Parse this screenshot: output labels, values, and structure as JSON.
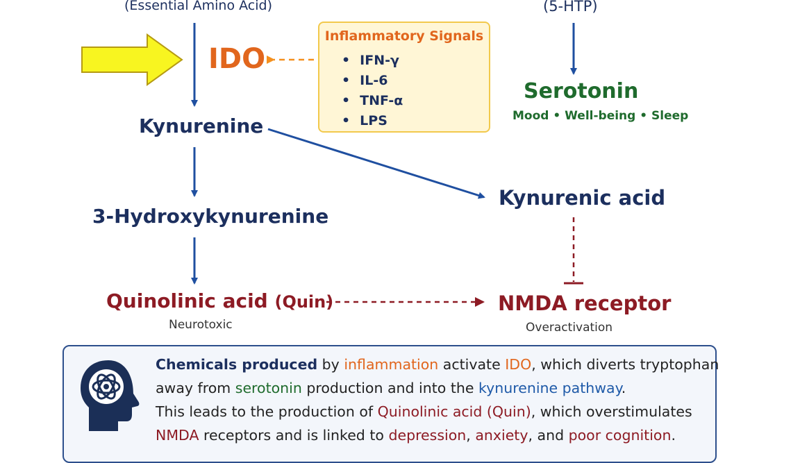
{
  "top_left_label": "(Essential Amino Acid)",
  "top_right_label": "(5-HTP)",
  "ido": "IDO",
  "signals": {
    "title": "Inflammatory Signals",
    "items": [
      "IFN-γ",
      "IL-6",
      "TNF-α",
      "LPS"
    ]
  },
  "serotonin": {
    "title": "Serotonin",
    "caption": "Mood • Well-being • Sleep"
  },
  "kynurenine": "Kynurenine",
  "hydroxy": "3-Hydroxykynurenine",
  "kynurenic": "Kynurenic acid",
  "quin": {
    "title": "Quinolinic acid",
    "abbr": "(Quin)",
    "caption": "Neurotoxic"
  },
  "nmda": {
    "title": "NMDA receptor",
    "caption": "Overactivation"
  },
  "info": {
    "line1": {
      "p1": "Chemicals produced",
      "p2": " by ",
      "p3": "inflammation",
      "p4": " activate ",
      "p5": "IDO",
      "p6": ", which diverts tryptophan"
    },
    "line2": {
      "p1": "away from ",
      "p2": "serotonin",
      "p3": " production and into the ",
      "p4": "kynurenine pathway",
      "p5": "."
    },
    "line3": {
      "p1": "This leads to the production of ",
      "p2": "Quinolinic acid (Quin)",
      "p3": ", which overstimulates"
    },
    "line4": {
      "p1": "NMDA",
      "p2": " receptors and is linked to ",
      "p3": "depression",
      "p4": ", ",
      "p5": "anxiety",
      "p6": ", and ",
      "p7": "poor cognition",
      "p8": "."
    }
  },
  "icons": {
    "brain_head": "brain-head-icon",
    "highlight_arrow": "yellow-pointer-arrow-icon"
  },
  "colors": {
    "navy": "#1c2f5e",
    "orange": "#e1661d",
    "green": "#1f6b2d",
    "maroon": "#8d1b24",
    "arrow_blue": "#1f4fa0",
    "highlight_yellow": "#f8f520"
  }
}
